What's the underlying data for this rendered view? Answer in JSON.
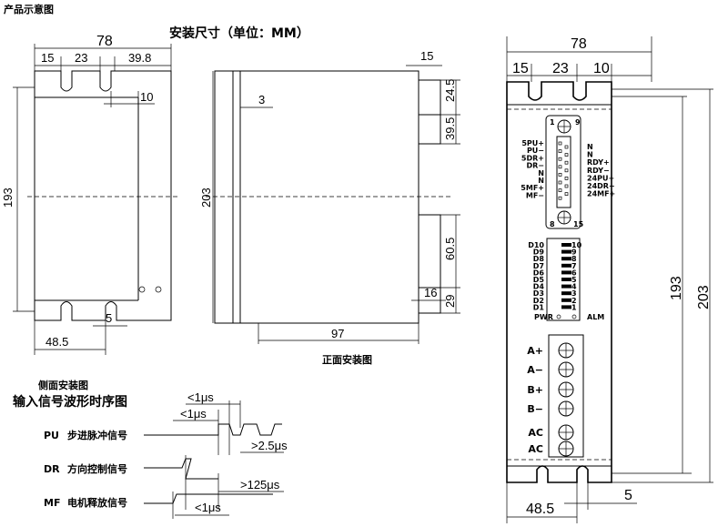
{
  "titles": {
    "product_diagram": "产品示意图",
    "install_size": "安装尺寸（单位：MM）",
    "front_view": "正面安装图",
    "side_view": "侧面安装图",
    "timing_title": "输入信号波形时序图"
  },
  "left_view": {
    "width": "78",
    "seg1": "15",
    "seg2": "23",
    "seg3": "39.8",
    "slot": "10",
    "height": "193",
    "bottom_width": "48.5",
    "bottom_slot": "5"
  },
  "middle_view": {
    "height": "203",
    "offset": "3",
    "top_step": "15",
    "d1": "24.5",
    "d2": "39.5",
    "d3": "60.5",
    "d4": "29",
    "d5": "16",
    "depth": "97"
  },
  "right_view": {
    "width": "78",
    "seg1": "15",
    "seg2": "23",
    "seg3": "10",
    "inner_height": "193",
    "outer_height": "203",
    "bottom_width": "48.5",
    "bottom_slot": "5",
    "db_pin_tl": "1",
    "db_pin_tr": "9",
    "db_pin_bl": "8",
    "db_pin_br": "15",
    "db_left_labels": [
      "5PU+",
      "PU−",
      "5DR+",
      "DR−",
      "N",
      "N",
      "5MF+",
      "MF−"
    ],
    "db_right_labels": [
      "N",
      "N",
      "RDY+",
      "RDY−",
      "24PU+",
      "24DR−",
      "24MF+"
    ],
    "dip_left": [
      "D10",
      "D9",
      "D8",
      "D7",
      "D6",
      "D5",
      "D4",
      "D3",
      "D2",
      "D1"
    ],
    "dip_right": [
      "10",
      "9",
      "8",
      "7",
      "6",
      "5",
      "4",
      "3",
      "2",
      "1"
    ],
    "pwr_label": "PWR",
    "alm_label": "ALM",
    "terminals": [
      "A+",
      "A−",
      "B+",
      "B−",
      "AC",
      "AC"
    ]
  },
  "timing": {
    "signals": [
      {
        "code": "PU",
        "desc": "步进脉冲信号"
      },
      {
        "code": "DR",
        "desc": "方向控制信号"
      },
      {
        "code": "MF",
        "desc": "电机释放信号"
      }
    ],
    "t1": "<1μs",
    "t2": "<1μs",
    "t3": ">2.5μs",
    "t4": ">125μs",
    "t5": "<1μs"
  }
}
